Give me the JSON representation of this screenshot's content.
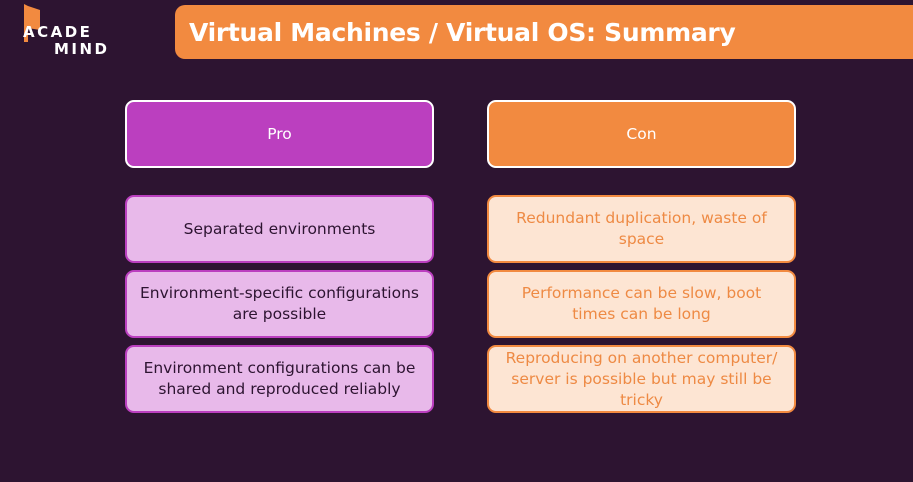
{
  "logo": {
    "line1": "ACADE",
    "line2": "MIND",
    "icon": "flag-icon"
  },
  "title": "Virtual Machines / Virtual OS: Summary",
  "columns": {
    "pro": {
      "header": "Pro",
      "items": [
        "Separated environments",
        "Environment-specific configurations are possible",
        "Environment configurations can be shared and reproduced reliably"
      ]
    },
    "con": {
      "header": "Con",
      "items": [
        "Redundant duplication, waste of space",
        "Performance can be slow, boot times can be long",
        "Reproducing on another computer/ server is possible but may still be tricky"
      ]
    }
  },
  "colors": {
    "background": "#2d1431",
    "accent_orange": "#f28a40",
    "accent_purple": "#bb3fbf",
    "pro_item_fill": "#e8b9ea",
    "con_item_fill": "#fde5d3"
  }
}
